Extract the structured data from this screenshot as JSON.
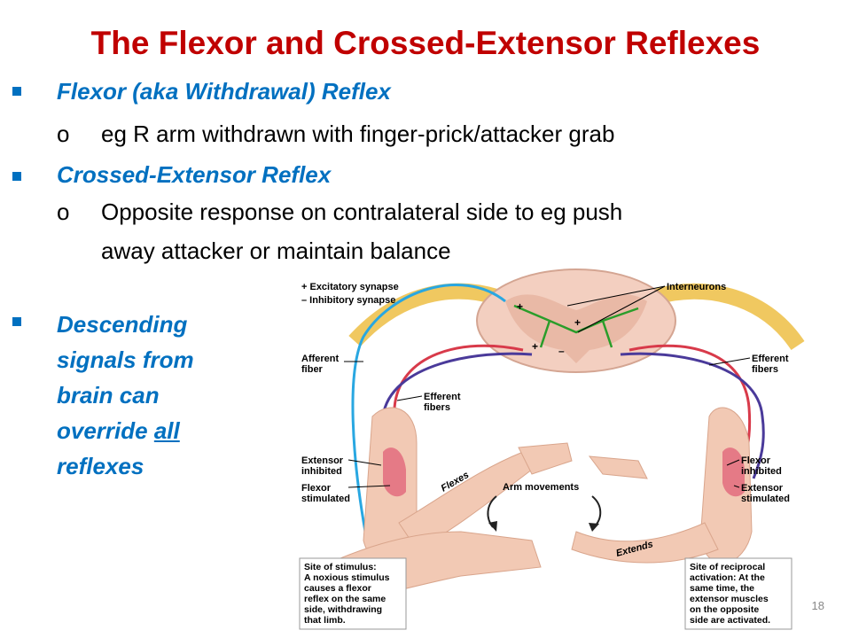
{
  "title": "The Flexor and Crossed-Extensor Reflexes",
  "bullets": [
    {
      "heading": "Flexor (aka Withdrawal) Reflex",
      "sub": "eg R arm withdrawn with finger-prick/attacker grab"
    },
    {
      "heading": "Crossed-Extensor Reflex",
      "sub_line1": "Opposite response on contralateral side to eg push",
      "sub_line2": "away attacker or maintain balance"
    }
  ],
  "descending": {
    "part1": "Descending signals from brain can override ",
    "underlined": "all",
    "part2": " reflexes"
  },
  "sub_marker": "o",
  "figure": {
    "legend_excitatory": "+ Excitatory synapse",
    "legend_inhibitory": "– Inhibitory synapse",
    "interneurons": "Interneurons",
    "afferent_fiber_1": "Afferent",
    "afferent_fiber_2": "fiber",
    "efferent_fibers_left_1": "Efferent",
    "efferent_fibers_left_2": "fibers",
    "efferent_fibers_right_1": "Efferent",
    "efferent_fibers_right_2": "fibers",
    "extensor_inhibited_1": "Extensor",
    "extensor_inhibited_2": "inhibited",
    "flexor_stimulated_1": "Flexor",
    "flexor_stimulated_2": "stimulated",
    "flexor_inhibited_1": "Flexor",
    "flexor_inhibited_2": "inhibited",
    "extensor_stimulated_1": "Extensor",
    "extensor_stimulated_2": "stimulated",
    "flexes": "Flexes",
    "extends": "Extends",
    "arm_movements": "Arm movements",
    "stimulus_box": {
      "l1": "Site of stimulus:",
      "l2": "A noxious stimulus",
      "l3": "causes a flexor",
      "l4": "reflex on the same",
      "l5": "side, withdrawing",
      "l6": "that limb."
    },
    "reciprocal_box": {
      "l1": "Site of reciprocal",
      "l2": "activation: At the",
      "l3": "same time, the",
      "l4": "extensor muscles",
      "l5": "on the opposite",
      "l6": "side are activated."
    },
    "plus": "+",
    "minus": "–"
  },
  "page_number": "18",
  "colors": {
    "title": "#c00000",
    "bullet": "#0070c0"
  }
}
